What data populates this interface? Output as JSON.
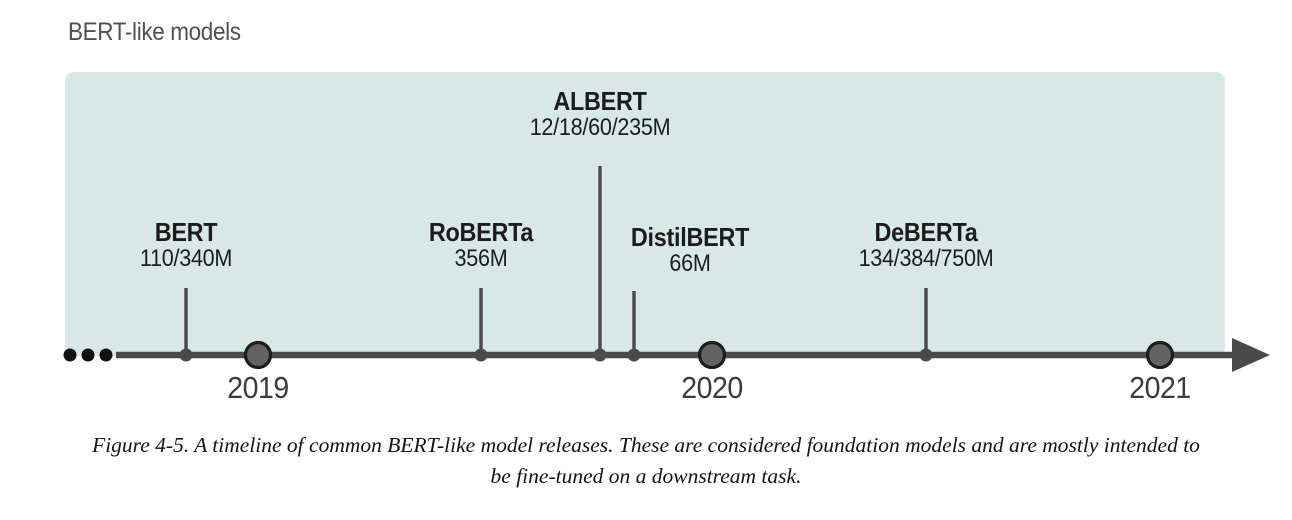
{
  "title": "BERT-like models",
  "caption": "Figure 4-5. A timeline of common BERT-like model releases. These are considered foundation models and are mostly intended to be fine-tuned on a downstream task.",
  "colors": {
    "panel_fill": "#d8e8e7",
    "axis_line": "#4a4a4a",
    "marker_fill": "#5e5e5e",
    "marker_stroke": "#1c1c1c",
    "text": "#1c1c1c",
    "title_text": "#4f5152",
    "year_text": "#3b3b3b"
  },
  "chart_data": {
    "type": "timeline",
    "title": "BERT-like models",
    "xlabel": "",
    "ylabel": "",
    "axis_years": [
      "2019",
      "2020",
      "2021"
    ],
    "continuation_marker": "ellipsis-left",
    "arrow_direction": "right",
    "events": [
      {
        "name": "BERT",
        "params": "110/340M",
        "year_approx": 2018.9
      },
      {
        "name": "RoBERTa",
        "params": "356M",
        "year_approx": 2019.5
      },
      {
        "name": "ALBERT",
        "params": "12/18/60/235M",
        "year_approx": 2019.8
      },
      {
        "name": "DistilBERT",
        "params": "66M",
        "year_approx": 2019.85
      },
      {
        "name": "DeBERTa",
        "params": "134/384/750M",
        "year_approx": 2020.5
      }
    ]
  },
  "events": {
    "bert": {
      "name": "BERT",
      "params": "110/340M"
    },
    "roberta": {
      "name": "RoBERTa",
      "params": "356M"
    },
    "albert": {
      "name": "ALBERT",
      "params": "12/18/60/235M"
    },
    "distilbert": {
      "name": "DistilBERT",
      "params": "66M"
    },
    "deberta": {
      "name": "DeBERTa",
      "params": "134/384/750M"
    }
  },
  "years": {
    "y2019": "2019",
    "y2020": "2020",
    "y2021": "2021"
  }
}
